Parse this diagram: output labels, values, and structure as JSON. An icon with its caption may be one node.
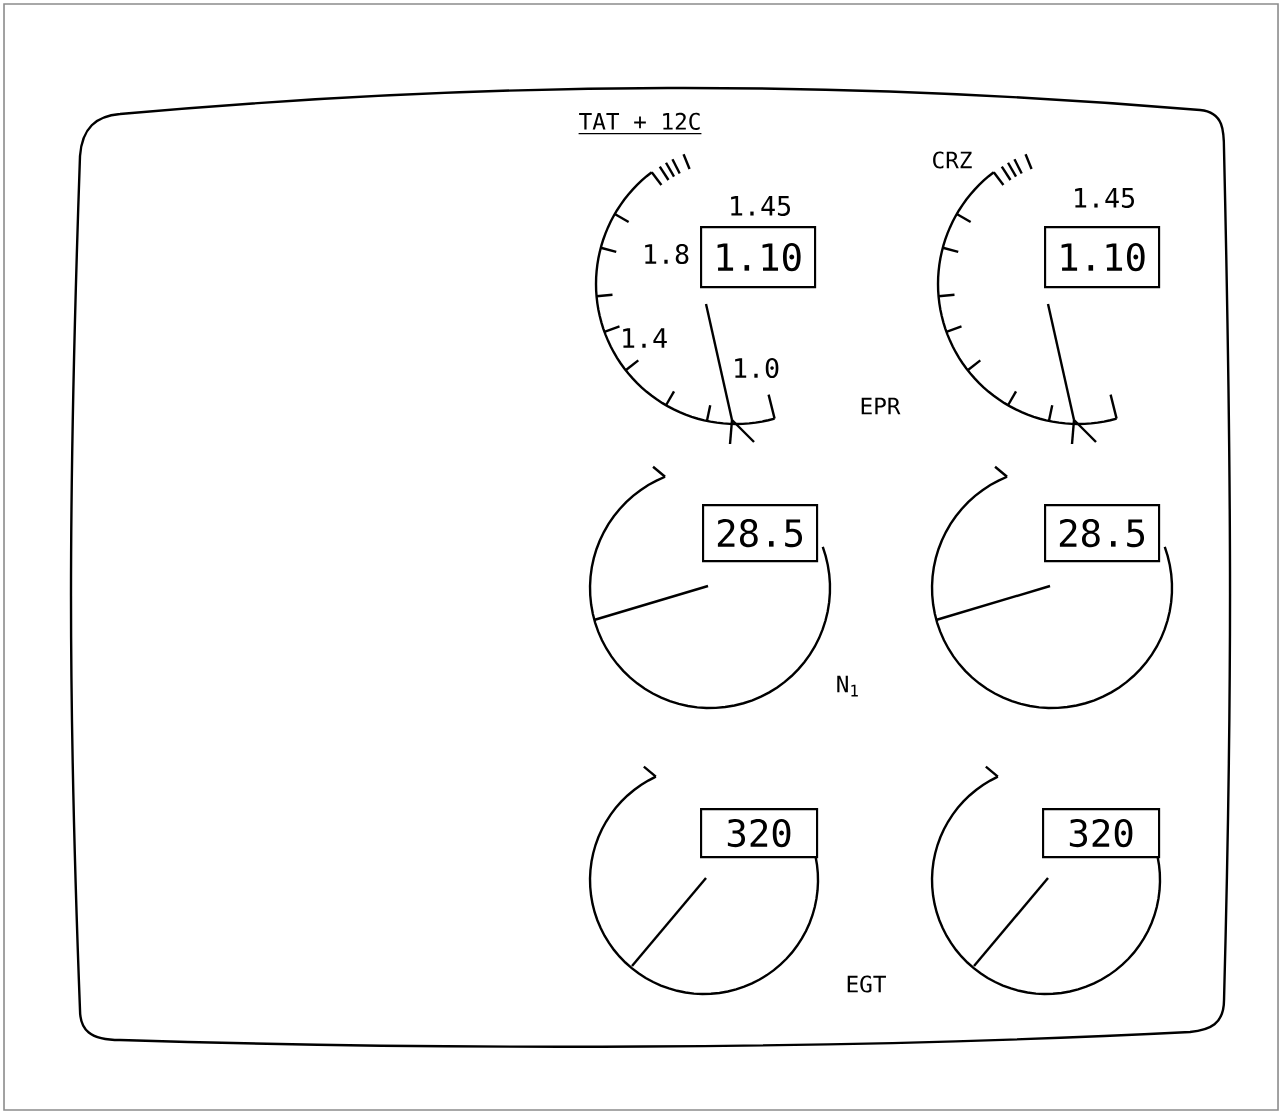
{
  "diagram": {
    "nodes": [
      {
        "text": [
          "1.10"
        ]
      },
      {
        "text": [
          "1.10"
        ]
      },
      {
        "text": [
          "28.5"
        ]
      },
      {
        "text": [
          "28.5"
        ]
      },
      {
        "text": [
          "320"
        ]
      },
      {
        "text": [
          "320"
        ]
      }
    ],
    "labels": [
      "TAT + 12C",
      "CRZ",
      "1.45",
      "1.8",
      "1.45",
      "1.4",
      "1.0",
      "EPR",
      "N$_{1}$",
      "EGT"
    ]
  }
}
